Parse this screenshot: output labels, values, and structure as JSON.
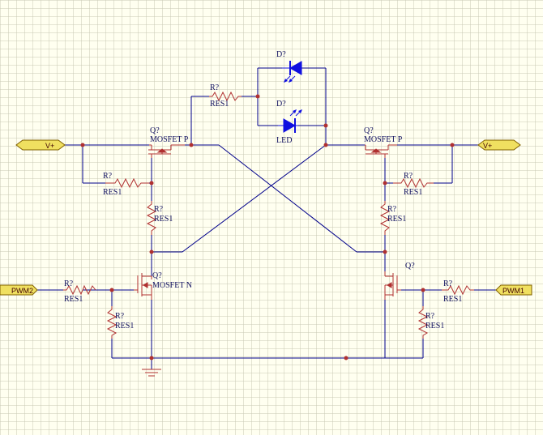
{
  "ports": {
    "vplus_left": "V+",
    "vplus_right": "V+",
    "pwm2": "PWM2",
    "pwm1": "PWM1"
  },
  "components": {
    "r_top": {
      "designator": "R?",
      "value": "RES1"
    },
    "r_left_gate": {
      "designator": "R?",
      "value": "RES1"
    },
    "r_left_drain": {
      "designator": "R?",
      "value": "RES1"
    },
    "r_left_pwm": {
      "designator": "R?",
      "value": "RES1"
    },
    "r_left_pulldown": {
      "designator": "R?",
      "value": "RES1"
    },
    "r_right_gate": {
      "designator": "R?",
      "value": "RES1"
    },
    "r_right_drain": {
      "designator": "R?",
      "value": "RES1"
    },
    "r_right_pwm": {
      "designator": "R?",
      "value": "RES1"
    },
    "r_right_pulldown": {
      "designator": "R?",
      "value": "RES1"
    },
    "d_top": {
      "designator": "D?"
    },
    "d_bottom": {
      "designator": "D?",
      "value": "LED"
    },
    "q_left_p": {
      "designator": "Q?",
      "value": "MOSFET P"
    },
    "q_right_p": {
      "designator": "Q?",
      "value": "MOSFET P"
    },
    "q_left_n": {
      "designator": "Q?",
      "value": "MOSFET N"
    },
    "q_right_n": {
      "designator": "Q?"
    }
  },
  "colors": {
    "background": "#fffff0",
    "grid": "#c8c8b4",
    "wire": "#00008b",
    "component": "#b03030",
    "led": "#1010e0",
    "port_fill": "#f0e060",
    "port_stroke": "#806000"
  }
}
